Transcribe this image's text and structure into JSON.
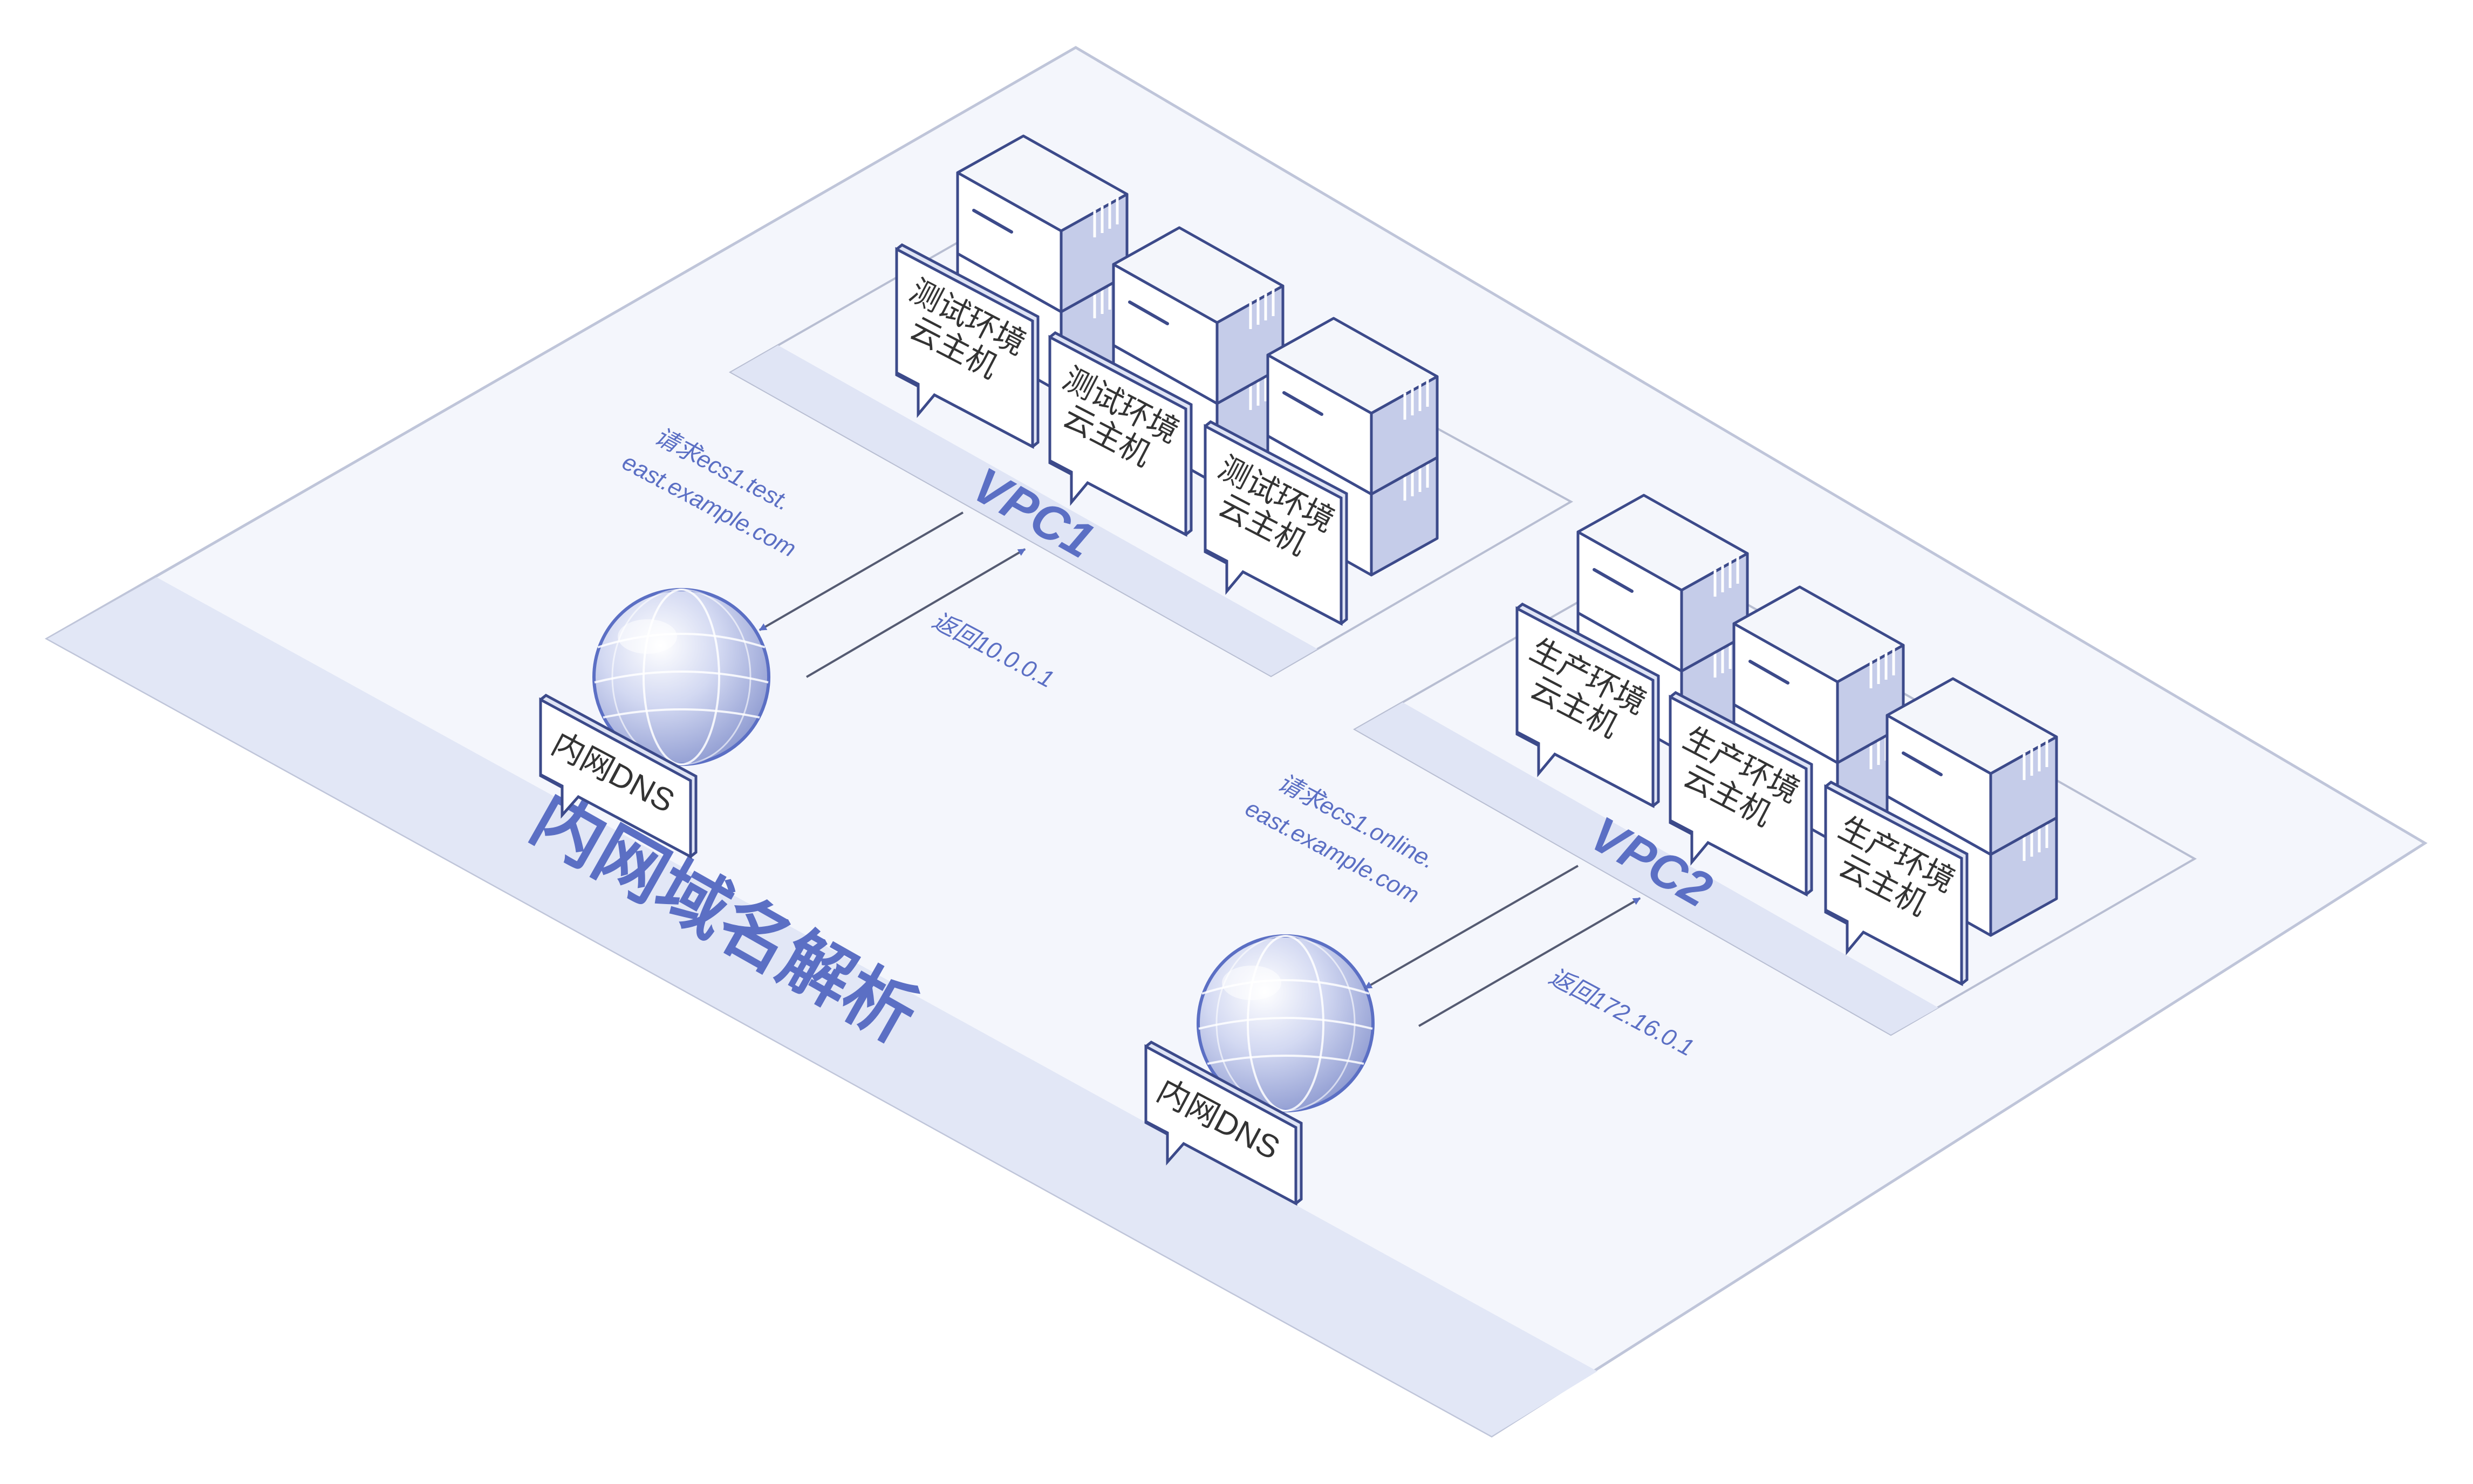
{
  "diagram": {
    "title": "内网域名解析",
    "colors": {
      "accent": "#5b6fc4",
      "platform_fill": "#f3f5fc",
      "platform_edge": "#c2c7d8",
      "band_fill": "#e1e6f5",
      "server_top": "#f4f6fb",
      "server_left": "#ffffff",
      "server_right": "#c5cce9",
      "server_stroke": "#3c4a8a",
      "arrow": "#555b72",
      "text_dark": "#333333"
    },
    "vpcs": [
      {
        "name": "VPC1",
        "servers": [
          {
            "line1": "测试环境",
            "line2": "云主机"
          },
          {
            "line1": "测试环境",
            "line2": "云主机"
          },
          {
            "line1": "测试环境",
            "line2": "云主机"
          }
        ]
      },
      {
        "name": "VPC2",
        "servers": [
          {
            "line1": "生产环境",
            "line2": "云主机"
          },
          {
            "line1": "生产环境",
            "line2": "云主机"
          },
          {
            "line1": "生产环境",
            "line2": "云主机"
          }
        ]
      }
    ],
    "dns": [
      {
        "label": "内网DNS",
        "request_line1": "请求ecs1.test.",
        "request_line2": "east.example.com",
        "response": "返回10.0.0.1"
      },
      {
        "label": "内网DNS",
        "request_line1": "请求ecs1.online.",
        "request_line2": "east.example.com",
        "response": "返回172.16.0.1"
      }
    ]
  }
}
